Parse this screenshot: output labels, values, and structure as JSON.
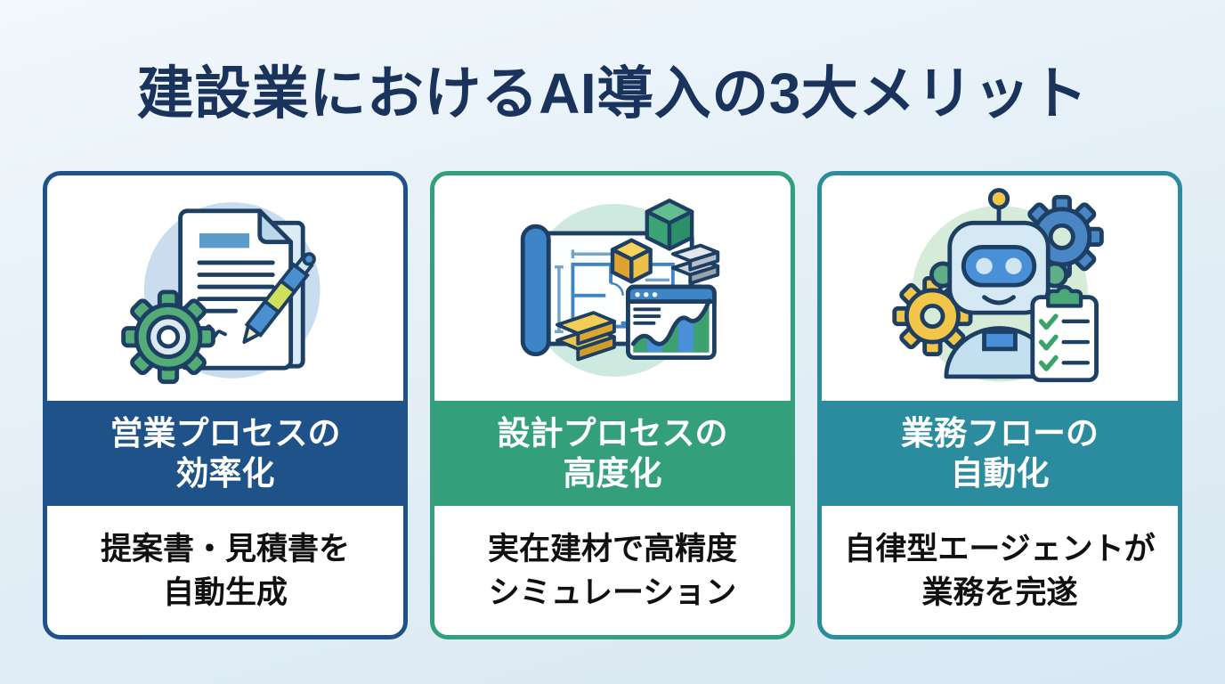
{
  "title": "建設業におけるAI導入の3大メリット",
  "colors": {
    "title": "#19335c",
    "caption_text": "#101010",
    "page_background_top": "#f1f8fc",
    "page_background_bottom": "#d9e8f3"
  },
  "cards": [
    {
      "id": "sales-process",
      "accent": "#1e5288",
      "icon_bg": "#c9ddee",
      "icon": "document-pen-gear-icon",
      "heading_lines": [
        "営業プロセスの",
        "効率化"
      ],
      "caption_lines": [
        "提案書・見積書を",
        "自動生成"
      ]
    },
    {
      "id": "design-process",
      "accent": "#33a07b",
      "icon_bg": "#cde9e0",
      "icon": "blueprint-materials-chart-icon",
      "heading_lines": [
        "設計プロセスの",
        "高度化"
      ],
      "caption_lines": [
        "実在建材で高精度",
        "シミュレーション"
      ]
    },
    {
      "id": "workflow-automation",
      "accent": "#2c8c9f",
      "icon_bg": "#d6ebd8",
      "icon": "robot-gears-checklist-icon",
      "heading_lines": [
        "業務フローの",
        "自動化"
      ],
      "caption_lines": [
        "自律型エージェントが",
        "業務を完遂"
      ]
    }
  ]
}
